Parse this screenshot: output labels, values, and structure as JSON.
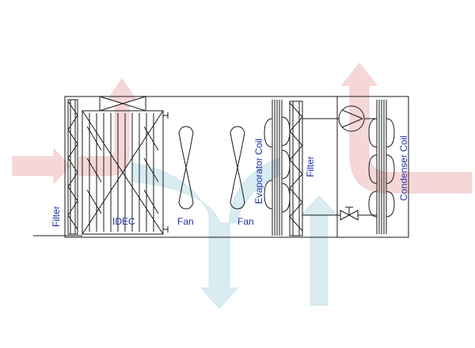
{
  "colors": {
    "outline": "#1a1a1a",
    "label": "#1f2fa8",
    "warm_air": "#f6d3d3",
    "cool_air": "#d4eaf0"
  },
  "labels": {
    "filter_left": "Filter",
    "idec": "IDEC",
    "fan1": "Fan",
    "fan2": "Fan",
    "evaporator_coil": "Evaporator Coil",
    "filter_right": "Filter",
    "condenser_coil": "Condenser Coil"
  },
  "components": {
    "compressor": "compressor-icon",
    "expansion_valve": "expansion-valve-icon",
    "idec_fan": "fan-icon"
  }
}
